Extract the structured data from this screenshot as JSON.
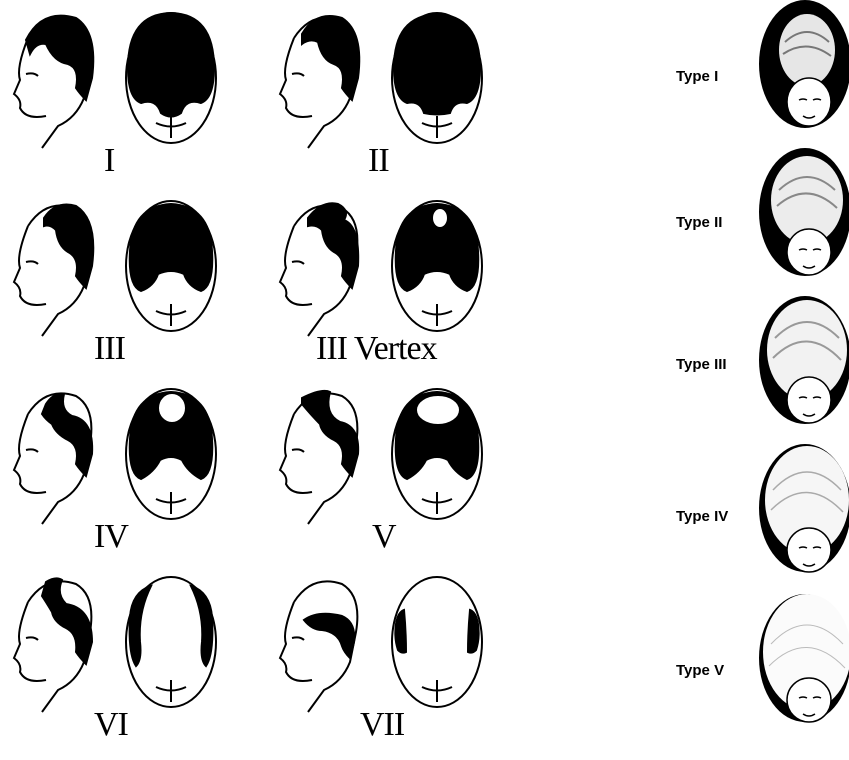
{
  "male_scale": {
    "stages": [
      {
        "label": "I"
      },
      {
        "label": "II"
      },
      {
        "label": "III"
      },
      {
        "label": "III Vertex"
      },
      {
        "label": "IV"
      },
      {
        "label": "V"
      },
      {
        "label": "VI"
      },
      {
        "label": "VII"
      }
    ]
  },
  "female_scale": {
    "types": [
      {
        "label": "Type I"
      },
      {
        "label": "Type II"
      },
      {
        "label": "Type III"
      },
      {
        "label": "Type IV"
      },
      {
        "label": "Type V"
      }
    ]
  },
  "colors": {
    "hair": "#000000",
    "outline": "#000000",
    "background": "#ffffff"
  }
}
